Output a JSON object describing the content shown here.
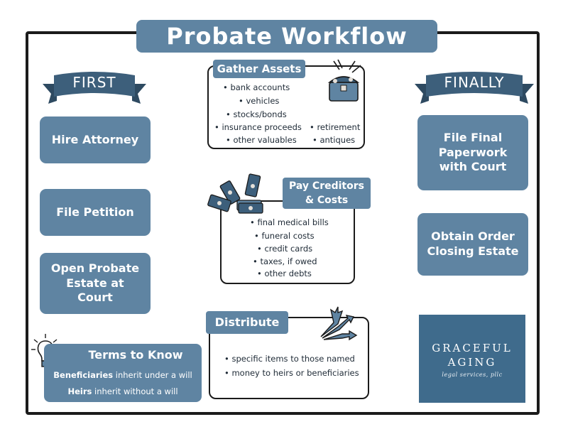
{
  "title": "Probate Workflow",
  "first_label": "FIRST",
  "finally_label": "FINALLY",
  "first_steps": [
    "Hire Attorney",
    "File Petition",
    "Open Probate Estate at Court"
  ],
  "final_steps": [
    "File Final Paperwork with Court",
    "Obtain Order Closing Estate"
  ],
  "gather": {
    "title": "Gather Assets",
    "items": [
      "bank accounts",
      "vehicles",
      "stocks/bonds",
      "insurance proceeds",
      "retirement",
      "other valuables",
      "antiques"
    ]
  },
  "pay": {
    "title_line1": "Pay Creditors",
    "title_line2": "& Costs",
    "items": [
      "final medical bills",
      "funeral costs",
      "credit cards",
      "taxes, if owed",
      "other debts"
    ]
  },
  "distribute": {
    "title": "Distribute",
    "items": [
      "specific items to those named",
      "money to heirs or beneficiaries"
    ]
  },
  "terms": {
    "title": "Terms to Know",
    "beneficiaries_term": "Beneficiaries",
    "beneficiaries_def": "inherit under a will",
    "heirs_term": "Heirs",
    "heirs_def": "inherit without a will"
  },
  "logo": {
    "line1": "GRACEFUL",
    "line2": "AGING",
    "line3": "legal services, pllc"
  },
  "colors": {
    "box_fill": "#5f84a2",
    "dark_ribbon": "#3d5f7b",
    "arrow": "#e5e0d9",
    "logo_fill": "#3f6b8c"
  },
  "icons": [
    "treasure-chest-icon",
    "money-icon",
    "lightbulb-icon",
    "split-arrows-icon"
  ]
}
